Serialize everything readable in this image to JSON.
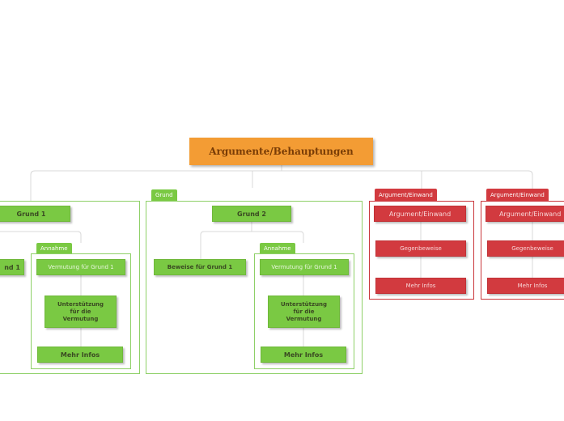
{
  "root": {
    "label": "Argumente/Behauptungen"
  },
  "colors": {
    "green": "#7ac943",
    "red": "#d23a3f",
    "orange": "#f39c34"
  },
  "grund1": {
    "title": "Grund 1",
    "sub_partial": "nd 1",
    "annahme": {
      "tag": "Annahme",
      "vermutung": "Vermutung für Grund 1",
      "unterstuetzung": "Unterstützung für die Vermutung",
      "mehr": "Mehr Infos"
    }
  },
  "grund2": {
    "tag": "Grund",
    "title": "Grund 2",
    "beweise": "Beweise für Grund 1",
    "annahme": {
      "tag": "Annahme",
      "vermutung": "Vermutung für Grund 1",
      "unterstuetzung": "Unterstützung für die Vermutung",
      "mehr": "Mehr Infos"
    }
  },
  "argumente": [
    {
      "tag": "Argument/Einwand",
      "title": "Argument/Einwand",
      "gegen": "Gegenbeweise",
      "mehr": "Mehr Infos"
    },
    {
      "tag": "Argument/Einwand",
      "title": "Argument/Einwand",
      "gegen": "Gegenbeweise",
      "mehr": "Mehr Infos"
    }
  ]
}
